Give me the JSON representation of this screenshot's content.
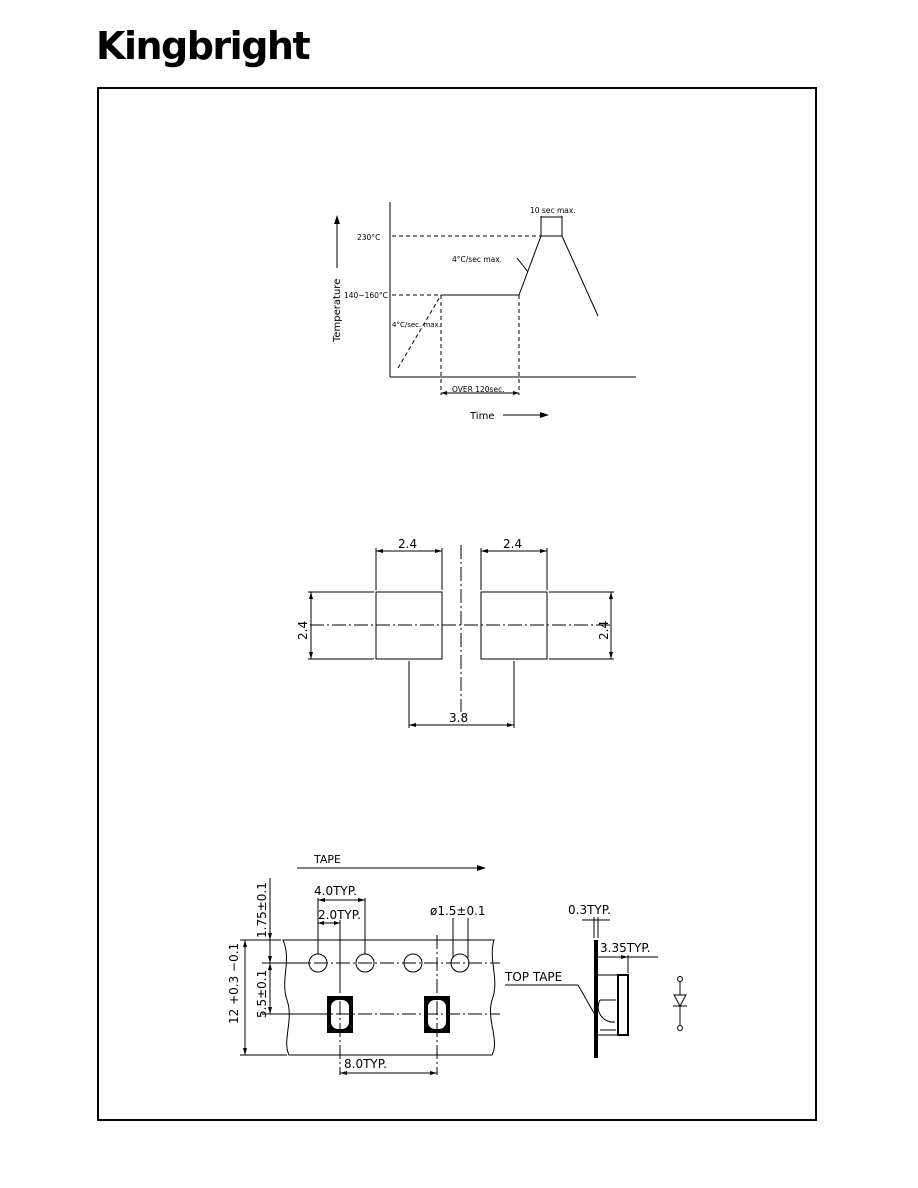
{
  "brand": {
    "logo": "Kingbright"
  },
  "reflow": {
    "y_axis_label": "Temperature",
    "x_axis_label": "Time",
    "peak_temp": "230°C",
    "preheat_temp": "140~160°C",
    "preheat_rate": "4°C/sec. max.",
    "ramp_rate": "4°C/sec max.",
    "peak_time": "10 sec max.",
    "soak_time": "OVER 120sec."
  },
  "pads": {
    "pad_width_left": "2.4",
    "pad_width_right": "2.4",
    "pad_height_left": "2.4",
    "pad_height_right": "2.4",
    "pitch": "3.8"
  },
  "tape": {
    "direction": "TAPE",
    "hole_pitch": "4.0TYP.",
    "half_pitch": "2.0TYP.",
    "hole_dia": "ø1.5±0.1",
    "edge_dist": "1.75±0.1",
    "tape_width": "12 +0.3 −0.1",
    "center_dist": "5.5±0.1",
    "part_pitch": "8.0TYP.",
    "thickness": "0.3TYP.",
    "depth": "3.35TYP.",
    "top_tape": "TOP TAPE"
  }
}
